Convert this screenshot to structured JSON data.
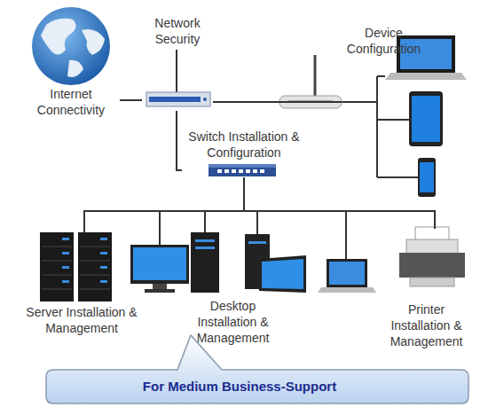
{
  "diagram": {
    "nodes": [
      {
        "text": [
          "Internet Connectivity"
        ]
      },
      {
        "text": [
          "Network Security"
        ]
      },
      {
        "text": [
          "Device Configuration"
        ]
      },
      {
        "text": [
          "Switch Installation & Configuration"
        ]
      },
      {
        "text": [
          "Server Installation & Management"
        ]
      },
      {
        "text": [
          "Desktop Installation & Management"
        ]
      },
      {
        "text": [
          "Printer Installation & Management"
        ]
      },
      {
        "text": [
          "For Medium Business-Support"
        ]
      }
    ],
    "edges": [
      {
        "from": 0,
        "to": 1,
        "arrow": "none"
      },
      {
        "from": 1,
        "to": 2,
        "arrow": "none"
      },
      {
        "from": 1,
        "to": 3,
        "arrow": "none"
      },
      {
        "from": 3,
        "to": 4,
        "arrow": "none"
      },
      {
        "from": 3,
        "to": 5,
        "arrow": "none"
      },
      {
        "from": 3,
        "to": 6,
        "arrow": "none"
      }
    ]
  }
}
